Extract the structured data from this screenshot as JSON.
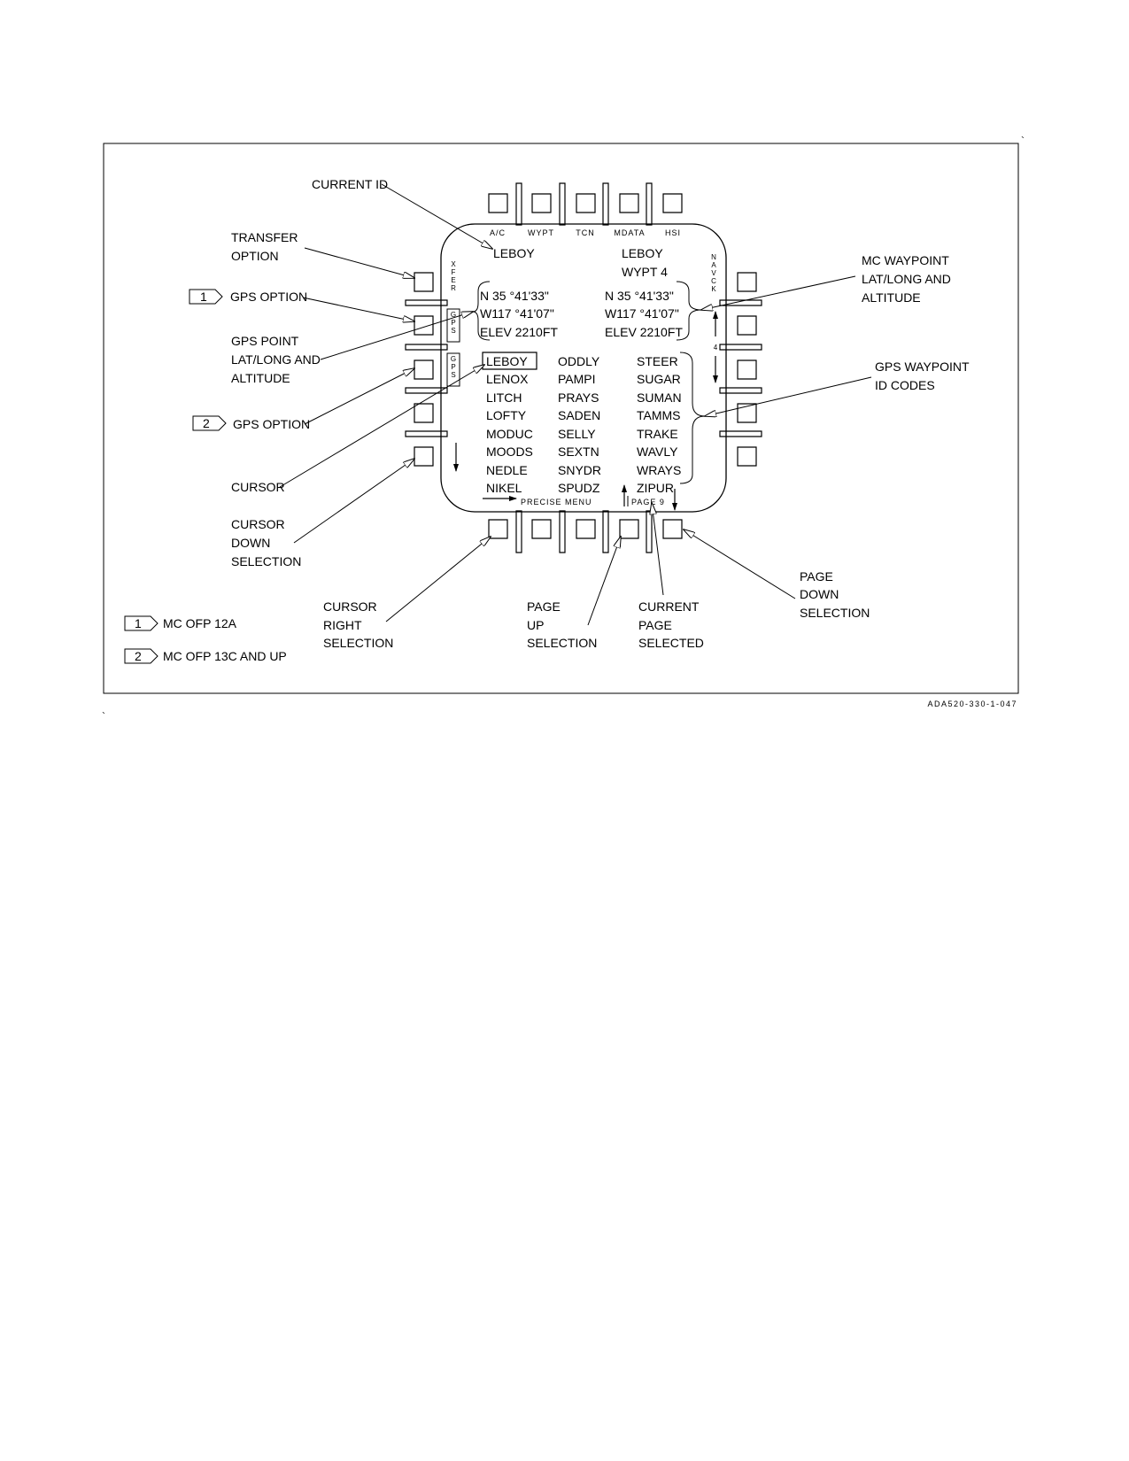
{
  "figure_id": "ADA520-330-1-047",
  "display": {
    "top_buttons": [
      "A/C",
      "WYPT",
      "TCN",
      "MDATA",
      "HSI"
    ],
    "left_labels": {
      "xfer": "XFER",
      "gps_1": "GPS",
      "gps_2": "GPS"
    },
    "right_label": "NAVCK",
    "right_page_count": "4",
    "header": {
      "current_id": "LEBOY",
      "mc_id": "LEBOY",
      "mc_waypoint": "WYPT 4"
    },
    "gps_point": {
      "lat": "N 35 °41'33\"",
      "lon": "W117 °41'07\"",
      "elev": "ELEV 2210FT"
    },
    "mc_point": {
      "lat": "N 35 °41'33\"",
      "lon": "W117 °41'07\"",
      "elev": "ELEV 2210FT"
    },
    "id_columns": [
      [
        "LEBOY",
        "LENOX",
        "LITCH",
        "LOFTY",
        "MODUC",
        "MOODS",
        "NEDLE",
        "NIKEL"
      ],
      [
        "ODDLY",
        "PAMPI",
        "PRAYS",
        "SADEN",
        "SELLY",
        "SEXTN",
        "SNYDR",
        "SPUDZ"
      ],
      [
        "STEER",
        "SUGAR",
        "SUMAN",
        "TAMMS",
        "TRAKE",
        "WAVLY",
        "WRAYS",
        "ZIPUR"
      ]
    ],
    "bottom_left": "PRECISE MENU",
    "bottom_right": "PAGE 9"
  },
  "callouts": {
    "current_id": "CURRENT ID",
    "transfer_option": [
      "TRANSFER",
      "OPTION"
    ],
    "gps_option_1": "GPS OPTION",
    "gps_point": [
      "GPS POINT",
      "LAT/LONG AND",
      "ALTITUDE"
    ],
    "gps_option_2": "GPS OPTION",
    "cursor": "CURSOR",
    "cursor_down": [
      "CURSOR",
      "DOWN",
      "SELECTION"
    ],
    "cursor_right": [
      "CURSOR",
      "RIGHT",
      "SELECTION"
    ],
    "page_up": [
      "PAGE",
      "UP",
      "SELECTION"
    ],
    "current_page": [
      "CURRENT",
      "PAGE",
      "SELECTED"
    ],
    "page_down": [
      "PAGE",
      "DOWN",
      "SELECTION"
    ],
    "mc_waypoint": [
      "MC WAYPOINT",
      "LAT/LONG AND",
      "ALTITUDE"
    ],
    "gps_waypoint_ids": [
      "GPS WAYPOINT",
      "ID CODES"
    ]
  },
  "legend": [
    {
      "marker": "1",
      "text": "MC OFP 12A"
    },
    {
      "marker": "2",
      "text": "MC OFP 13C AND UP"
    }
  ]
}
